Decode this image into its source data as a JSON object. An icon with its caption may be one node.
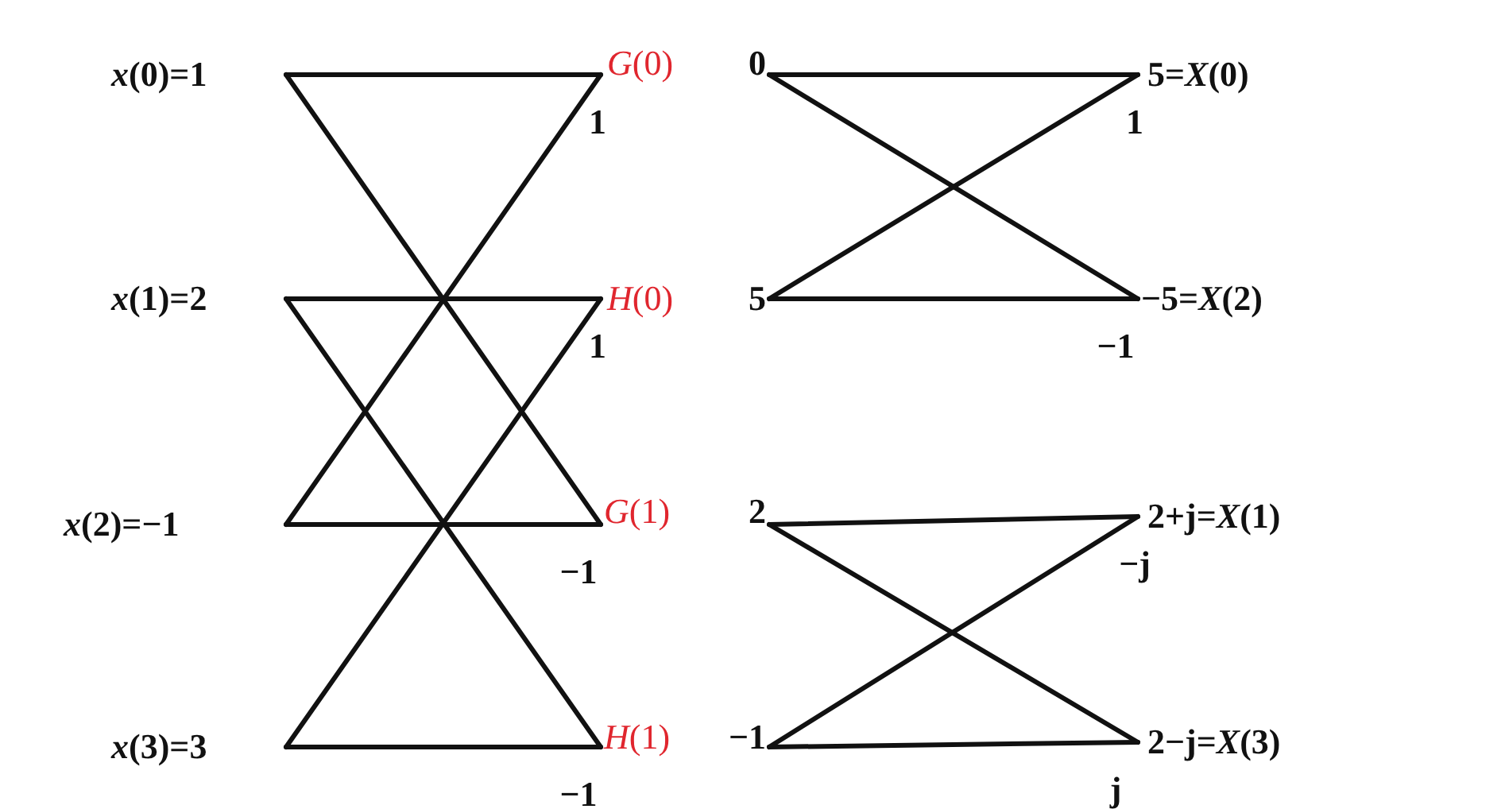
{
  "diagram": {
    "nodes": [
      {
        "text": [
          "*x*(0)=1"
        ]
      },
      {
        "text": [
          "*x*(1)=2"
        ]
      },
      {
        "text": [
          "*x*(2)=−1"
        ]
      },
      {
        "text": [
          "*x*(3)=3"
        ]
      },
      {
        "text": [
          "*G*(0)",
          "0"
        ]
      },
      {
        "text": [
          "*H*(0)",
          "5"
        ]
      },
      {
        "text": [
          "*G*(1)",
          "2"
        ]
      },
      {
        "text": [
          "*H*(1)",
          "−1"
        ]
      },
      {
        "text": [
          "5=*X*(0)"
        ]
      },
      {
        "text": [
          "−5=*X*(2)"
        ]
      },
      {
        "text": [
          "2+j=*X*(1)"
        ]
      },
      {
        "text": [
          "2−j=*X*(3)"
        ]
      }
    ],
    "edges": [
      {
        "from": 0,
        "to": 4,
        "arrow": "none"
      },
      {
        "from": 2,
        "to": 4,
        "arrow": "none",
        "label": "1"
      },
      {
        "from": 0,
        "to": 6,
        "arrow": "none"
      },
      {
        "from": 2,
        "to": 6,
        "arrow": "none",
        "label": "−1"
      },
      {
        "from": 1,
        "to": 5,
        "arrow": "none"
      },
      {
        "from": 3,
        "to": 5,
        "arrow": "none",
        "label": "1"
      },
      {
        "from": 1,
        "to": 7,
        "arrow": "none"
      },
      {
        "from": 3,
        "to": 7,
        "arrow": "none",
        "label": "−1"
      },
      {
        "from": 4,
        "to": 8,
        "arrow": "none"
      },
      {
        "from": 5,
        "to": 8,
        "arrow": "none",
        "label": "1"
      },
      {
        "from": 4,
        "to": 9,
        "arrow": "none"
      },
      {
        "from": 5,
        "to": 9,
        "arrow": "none",
        "label": "−1"
      },
      {
        "from": 6,
        "to": 10,
        "arrow": "none"
      },
      {
        "from": 7,
        "to": 10,
        "arrow": "none",
        "label": "−j"
      },
      {
        "from": 6,
        "to": 11,
        "arrow": "none"
      },
      {
        "from": 7,
        "to": 11,
        "arrow": "none",
        "label": "j"
      }
    ]
  }
}
